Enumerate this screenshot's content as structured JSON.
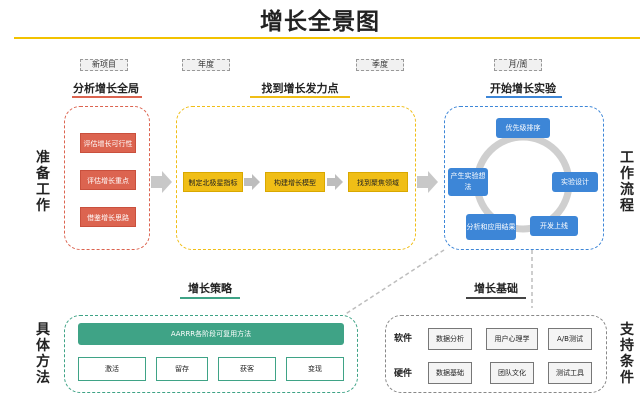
{
  "title": "增长全景图",
  "tags": {
    "new_project": "新项目",
    "year": "年度",
    "quarter": "季度",
    "month_week": "月/周"
  },
  "sections": {
    "analyze": "分析增长全局",
    "find": "找到增长发力点",
    "experiment": "开始增长实验",
    "strategy": "增长策略",
    "foundation": "增长基础"
  },
  "side_labels": {
    "prep": "准备工作",
    "method": "具体方法",
    "workflow": "工作流程",
    "support": "支持条件"
  },
  "analyze_items": [
    "评估增长可行性",
    "评估增长重点",
    "借鉴增长思路"
  ],
  "find_items": [
    "制定北极星指标",
    "构建增长模型",
    "找到聚焦领域"
  ],
  "cycle_items": {
    "priority": "优先级排序",
    "design": "实验设计",
    "develop": "开发上线",
    "analyze": "分析和应用结果",
    "idea": "产生实验想法"
  },
  "strategy": {
    "bar": "AARRR各阶段可复用方法",
    "items": [
      "激活",
      "留存",
      "获客",
      "变现"
    ]
  },
  "foundation": {
    "software_label": "软件",
    "hardware_label": "硬件",
    "software": [
      "数据分析",
      "用户心理学",
      "A/B测试"
    ],
    "hardware": [
      "数据基础",
      "团队文化",
      "测试工具"
    ]
  },
  "colors": {
    "red": "#dc6450",
    "yellow": "#f0be16",
    "blue": "#3d86d7",
    "green": "#3fa386",
    "accent": "#f2c200"
  }
}
